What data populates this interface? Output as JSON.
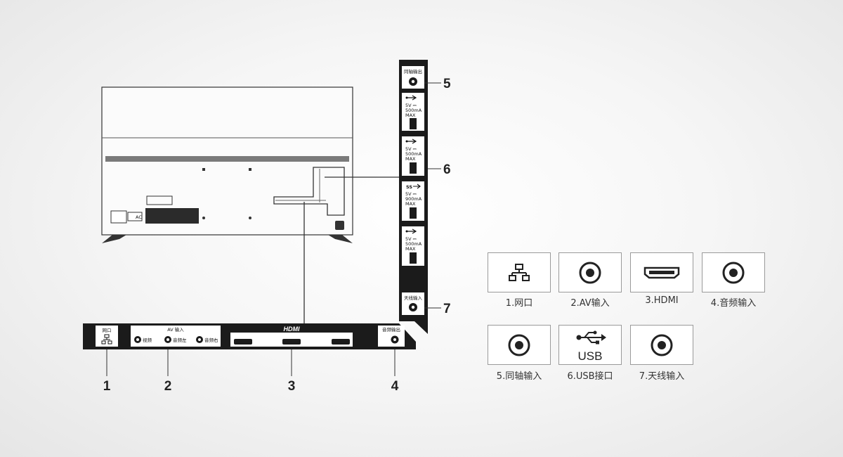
{
  "callouts": {
    "n1": "1",
    "n2": "2",
    "n3": "3",
    "n4": "4",
    "n5": "5",
    "n6": "6",
    "n7": "7"
  },
  "bottom_panel": {
    "network": "网口",
    "av_title": "AV 输入",
    "av_video": "视频",
    "av_left": "音频左",
    "av_right": "音频右",
    "hdmi_logo": "HDMI",
    "audio_out": "音频输出"
  },
  "side_panel": {
    "coax_out": "同轴输出",
    "usb_a_spec_1": "5V ⎓",
    "usb_a_spec_2": "500mA",
    "usb_a_spec_3": "MAX",
    "usb_b_spec_1": "5V ⎓",
    "usb_b_spec_2": "500mA",
    "usb_b_spec_3": "MAX",
    "usb3_badge": "SS",
    "usb_c_spec_1": "5V ⎓",
    "usb_c_spec_2": "900mA",
    "usb_c_spec_3": "MAX",
    "usb_d_spec_1": "5V ⎓",
    "usb_d_spec_2": "500mA",
    "usb_d_spec_3": "MAX",
    "antenna_in": "天线输入"
  },
  "tv_back": {
    "ac_label": "AC"
  },
  "legend": {
    "items": [
      {
        "caption": "1.网口",
        "icon": "network-icon"
      },
      {
        "caption": "2.AV输入",
        "icon": "av-jack-icon"
      },
      {
        "caption": "3.HDMI",
        "icon": "hdmi-icon"
      },
      {
        "caption": "4.音频输入",
        "icon": "audio-jack-icon"
      },
      {
        "caption": "5.同轴输入",
        "icon": "coax-jack-icon"
      },
      {
        "caption": "6.USB接口",
        "icon": "usb-icon",
        "text": "USB"
      },
      {
        "caption": "7.天线输入",
        "icon": "antenna-jack-icon"
      }
    ]
  }
}
